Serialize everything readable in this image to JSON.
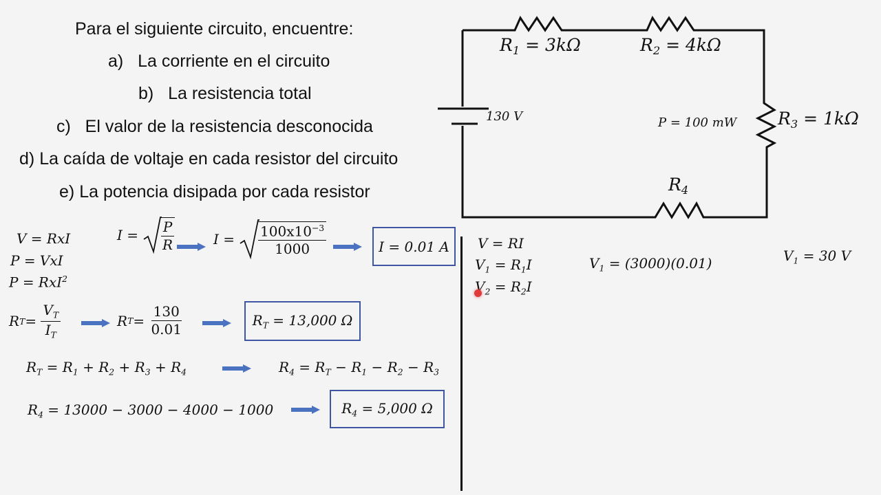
{
  "problem": {
    "intro": "Para el siguiente circuito, encuentre:",
    "items": [
      {
        "letter": "a)",
        "text": "La corriente en el circuito"
      },
      {
        "letter": "b)",
        "text": "La resistencia total"
      },
      {
        "letter": "c)",
        "text": "El valor de la resistencia desconocida"
      },
      {
        "letter": "d)",
        "text": "La caída de voltaje en cada resistor del circuito"
      },
      {
        "letter": "e)",
        "text": "La potencia disipada por cada resistor"
      }
    ]
  },
  "circuit": {
    "r1_label": "R",
    "r1_sub": "1",
    "r1_value": " = 3kΩ",
    "r2_label": "R",
    "r2_sub": "2",
    "r2_value": " = 4kΩ",
    "r3_label": "R",
    "r3_sub": "3",
    "r3_value": " = 1kΩ",
    "r4_label": "R",
    "r4_sub": "4",
    "source_value": "130 V",
    "power_value": "P = 100 mW"
  },
  "formulas": {
    "f1": "V = RxI",
    "f2": "P = VxI",
    "f3_base": "P = RxI",
    "f3_exp": "2"
  },
  "current": {
    "lhs": "I =",
    "frac_num": "P",
    "frac_den": "R",
    "lhs2": "I =",
    "num_base": "100x10",
    "num_exp": "−3",
    "den": "1000",
    "result": "I = 0.01 A"
  },
  "total_resistance": {
    "lhs_r": "R",
    "lhs_sub": "T",
    "eq": " =",
    "num_v": "V",
    "num_sub": "T",
    "den_i": "I",
    "den_sub": "T",
    "lhs2_r": "R",
    "lhs2_sub": "T",
    "eq2": " =",
    "num": "130",
    "den": "0.01",
    "res_r": "R",
    "res_sub": "T",
    "result": " = 13,000 Ω"
  },
  "series_sum": {
    "left": "R_T = R_1 + R_2 + R_3 + R_4",
    "right": "R_4 = R_T − R_1 − R_2 − R_3"
  },
  "r4_calc": {
    "left": "R_4 = 13000 − 3000 − 4000 − 1000",
    "result_r": "R",
    "result_sub": "4",
    "result": " = 5,000 Ω"
  },
  "voltage": {
    "law": "V = RI",
    "v1_formula": "V_1 = R_1I",
    "v2_formula": "V_2 = R_2I",
    "v1_calc": "V_1 = (3000)(0.01)",
    "v1_result": "V_1 = 30 V"
  },
  "colors": {
    "accent": "#3d55a3",
    "arrow": "#4a72c0",
    "pointer": "#e03a3a",
    "text": "#111111",
    "background": "#f4f4f4"
  }
}
